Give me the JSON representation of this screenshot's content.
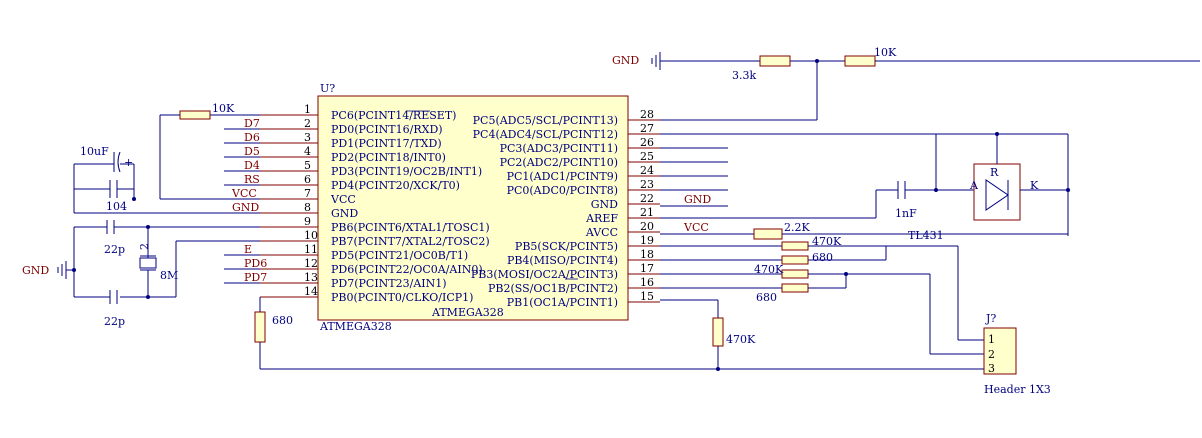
{
  "mcu": {
    "designator": "U?",
    "part": "ATMEGA328",
    "part_inner": "ATMEGA328",
    "left_pins": [
      {
        "num": "1",
        "name": "PC6(PCINT14/RESET)"
      },
      {
        "num": "2",
        "name": "PD0(PCINT16/RXD)"
      },
      {
        "num": "3",
        "name": "PD1(PCINT17/TXD)"
      },
      {
        "num": "4",
        "name": "PD2(PCINT18/INT0)"
      },
      {
        "num": "5",
        "name": "PD3(PCINT19/OC2B/INT1)"
      },
      {
        "num": "6",
        "name": "PD4(PCINT20/XCK/T0)"
      },
      {
        "num": "7",
        "name": "VCC"
      },
      {
        "num": "8",
        "name": "GND"
      },
      {
        "num": "9",
        "name": "PB6(PCINT6/XTAL1/TOSC1)"
      },
      {
        "num": "10",
        "name": "PB7(PCINT7/XTAL2/TOSC2)"
      },
      {
        "num": "11",
        "name": "PD5(PCINT21/OC0B/T1)"
      },
      {
        "num": "12",
        "name": "PD6(PCINT22/OC0A/AIN0)"
      },
      {
        "num": "13",
        "name": "PD7(PCINT23/AIN1)"
      },
      {
        "num": "14",
        "name": "PB0(PCINT0/CLKO/ICP1)"
      }
    ],
    "right_pins": [
      {
        "num": "28",
        "name": "PC5(ADC5/SCL/PCINT13)"
      },
      {
        "num": "27",
        "name": "PC4(ADC4/SCL/PCINT12)"
      },
      {
        "num": "26",
        "name": "PC3(ADC3/PCINT11)"
      },
      {
        "num": "25",
        "name": "PC2(ADC2/PCINT10)"
      },
      {
        "num": "24",
        "name": "PC1(ADC1/PCINT9)"
      },
      {
        "num": "23",
        "name": "PC0(ADC0/PCINT8)"
      },
      {
        "num": "22",
        "name": "GND"
      },
      {
        "num": "21",
        "name": "AREF"
      },
      {
        "num": "20",
        "name": "AVCC"
      },
      {
        "num": "19",
        "name": "PB5(SCK/PCINT5)"
      },
      {
        "num": "18",
        "name": "PB4(MISO/PCINT4)"
      },
      {
        "num": "17",
        "name": "PB3(MOSI/OC2A/PCINT3)"
      },
      {
        "num": "16",
        "name": "PB2(SS/OC1B/PCINT2)"
      },
      {
        "num": "15",
        "name": "PB1(OC1A/PCINT1)"
      }
    ]
  },
  "nets": {
    "left": [
      "D7",
      "D6",
      "D5",
      "D4",
      "RS",
      "VCC",
      "GND",
      "E",
      "PD6",
      "PD7"
    ],
    "right_gnd": "GND",
    "right_vcc": "VCC",
    "top_gnd": "GND",
    "left_gnd": "GND"
  },
  "components": {
    "r_reset": "10K",
    "c_10uf": "10uF",
    "c_104": "104",
    "c_22p_top": "22p",
    "c_22p_bottom": "22p",
    "crystal_ref": "2",
    "crystal_val": "8M",
    "r_680_left": "680",
    "r_top_33k": "3.3k",
    "r_top_10k": "10K",
    "c_1nf": "1nF",
    "tl431_name": "TL431",
    "tl431_a": "A",
    "tl431_k": "K",
    "tl431_r": "R",
    "r_22k": "2.2K",
    "r_470k_1": "470K",
    "r_680_1": "680",
    "r_470k_2": "470K",
    "r_680_2": "680",
    "r_470k_v": "470K",
    "cap_plus": "+"
  },
  "header": {
    "designator": "J?",
    "name": "Header 1X3",
    "pins": [
      "1",
      "2",
      "3"
    ]
  }
}
